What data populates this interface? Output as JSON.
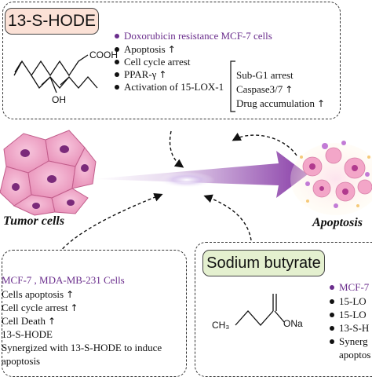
{
  "hode_panel": {
    "title": "13-S-HODE",
    "cell_line": "Doxorubicin resistance MCF-7 cells",
    "effects": [
      "Apoptosis",
      "Cell cycle arrest",
      "PPAR-γ",
      "Activation of 15-LOX-1"
    ],
    "lox_effects": [
      "Sub-G1 arrest",
      "Caspase3/7",
      "Drug accumulation"
    ],
    "chem_cooh": "COOH",
    "chem_oh": "OH"
  },
  "center": {
    "tumor_label": "Tumor cells",
    "apoptosis_label": "Apoptosis"
  },
  "left_panel": {
    "cell_lines": "MCF-7 , MDA-MB-231 Cells",
    "effects": [
      "Cells apoptosis",
      "Cell cycle arrest",
      "Cell Death",
      "13-S-HODE",
      "Synergized with 13-S-HODE to induce",
      "apoptosis"
    ]
  },
  "butyrate_panel": {
    "title": "Sodium butyrate",
    "chem_ch3": "CH₃",
    "chem_ona": "ONa",
    "items": [
      "MCF-7",
      "15-LO",
      "15-LO",
      "13-S-H",
      "Synerg",
      "apoptos"
    ]
  },
  "colors": {
    "accent": "#6a2d8c",
    "tag_hode": "#fbe1d6",
    "tag_butyrate": "#e4f0cf"
  }
}
